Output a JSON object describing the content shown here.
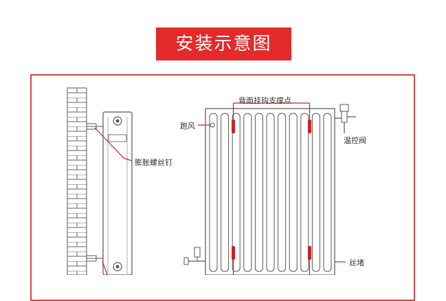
{
  "title": "安装示意图",
  "labels": {
    "expansion_screw": "膨胀螺丝钉",
    "hook_points": "背面挂钩支撑点",
    "air_vent": "跑风",
    "thermostatic_valve": "温控阀",
    "plug": "丝堵"
  },
  "colors": {
    "accent": "#e42a2a",
    "frame": "#d24545",
    "leader": "#cc2222",
    "line": "#555555",
    "brick_mortar": "#666666"
  }
}
